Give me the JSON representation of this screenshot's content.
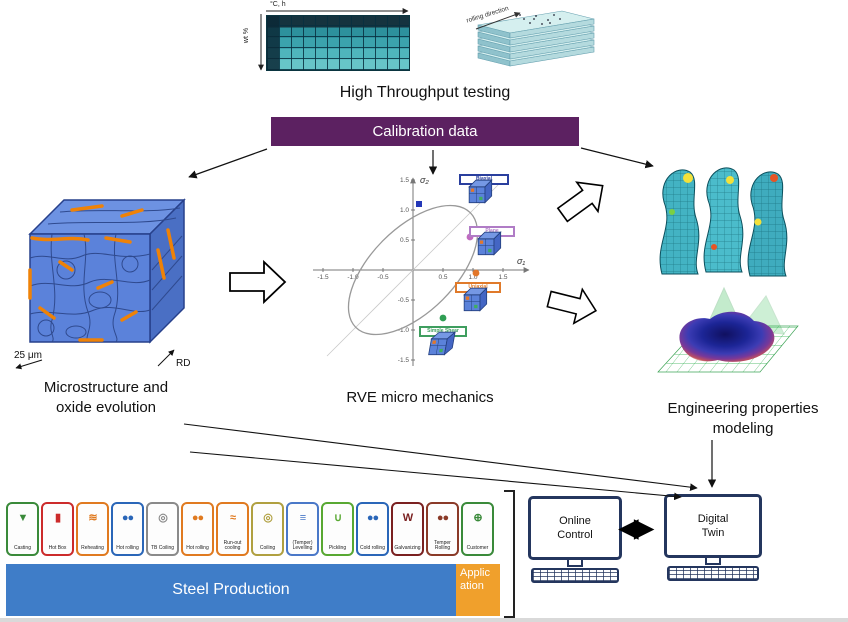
{
  "colors": {
    "calibration_bg": "#5c2161",
    "steel_bar_bg": "#3f7dc8",
    "application_bg": "#f0a02c"
  },
  "top": {
    "high_throughput_label": "High Throughput testing",
    "calibration_label": "Calibration data",
    "matrix_chart": {
      "x_axis_label": "°C, h",
      "y_axis_label": "wt %"
    },
    "plate_chart": {
      "direction_label": "rolling direction"
    }
  },
  "microstructure": {
    "caption_line1": "Microstructure and",
    "caption_line2": "oxide evolution",
    "scale_label": "25 μm",
    "direction_label": "RD"
  },
  "rve": {
    "caption": "RVE micro mechanics",
    "x_axis_symbol": "σ₁",
    "y_axis_symbol": "σ₂",
    "x_ticks": [
      "-1.5",
      "-1.0",
      "-0.5",
      "0.5",
      "1.0",
      "1.5"
    ],
    "y_ticks": [
      "1.5",
      "1.0",
      "0.5",
      "-0.5",
      "-1.0",
      "-1.5"
    ],
    "load_cases": [
      {
        "label": "Biaxial",
        "color": "#2a3f9e"
      },
      {
        "label": "Plane",
        "color": "#b07cc6"
      },
      {
        "label": "Uniaxial",
        "color": "#e07a2a"
      },
      {
        "label": "Simple Shear",
        "color": "#3f9e5f"
      }
    ]
  },
  "engineering": {
    "caption_line1": "Engineering properties",
    "caption_line2": "modeling"
  },
  "production": {
    "caption": "Steel Production",
    "application_label": "Application",
    "steps": [
      {
        "label": "Casting",
        "glyph": "▼",
        "color": "#3a8a3a"
      },
      {
        "label": "Hot Box",
        "glyph": "▮",
        "color": "#cc2b2b"
      },
      {
        "label": "Reheating",
        "glyph": "≋",
        "color": "#e07a20"
      },
      {
        "label": "Hot rolling",
        "glyph": "●●",
        "color": "#2a66b8"
      },
      {
        "label": "TB Coiling",
        "glyph": "◎",
        "color": "#8a8a8a"
      },
      {
        "label": "Hot rolling",
        "glyph": "●●",
        "color": "#e07a20"
      },
      {
        "label": "Run-out cooling",
        "glyph": "≈",
        "color": "#e07a20"
      },
      {
        "label": "Coiling",
        "glyph": "◎",
        "color": "#b0a040"
      },
      {
        "label": "(Temper) Levelling",
        "glyph": "≡",
        "color": "#4a78c8"
      },
      {
        "label": "Pickling",
        "glyph": "∪",
        "color": "#58a832"
      },
      {
        "label": "Cold rolling",
        "glyph": "●●",
        "color": "#2a66b8"
      },
      {
        "label": "Galvanizing",
        "glyph": "W",
        "color": "#7a2020"
      },
      {
        "label": "Temper Rolling",
        "glyph": "●●",
        "color": "#8a3a28"
      },
      {
        "label": "Customer",
        "glyph": "⊕",
        "color": "#3a8a3a"
      }
    ]
  },
  "control": {
    "online_line1": "Online",
    "online_line2": "Control",
    "twin_line1": "Digital",
    "twin_line2": "Twin",
    "sync_left_icon": "◀",
    "sync_right_icon": "▶"
  }
}
